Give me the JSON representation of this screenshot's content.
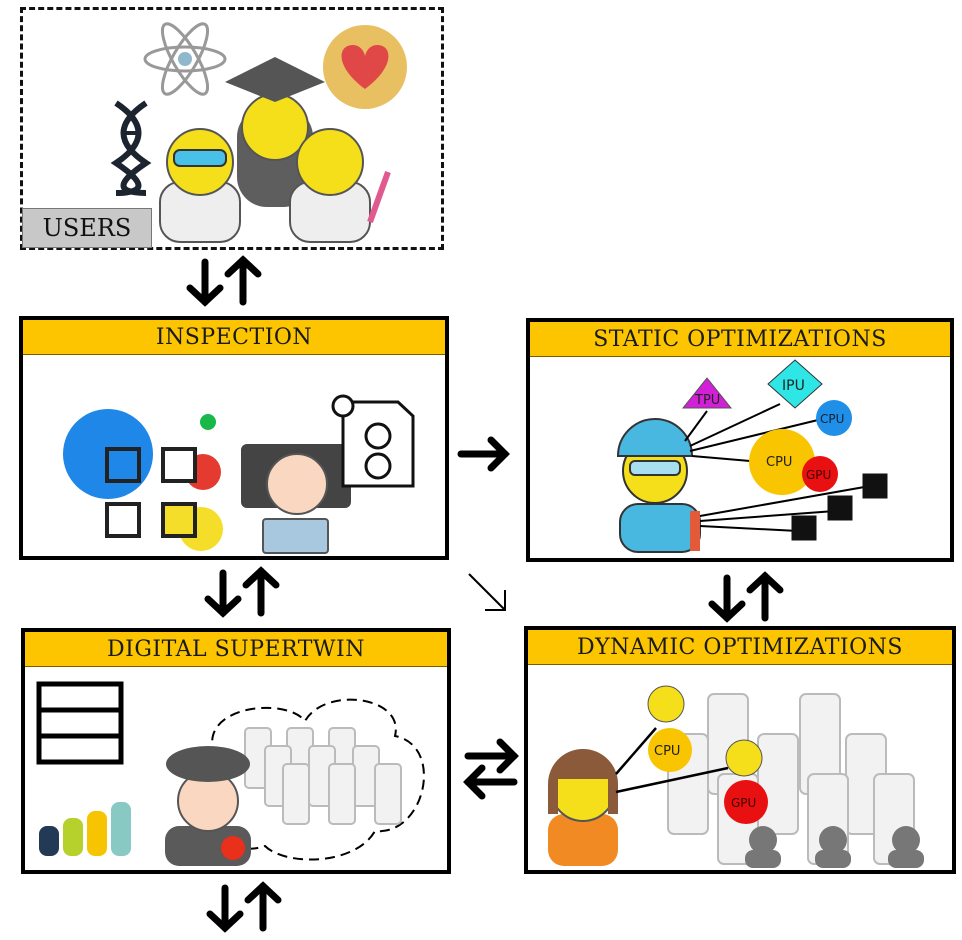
{
  "users": {
    "label": "USERS",
    "icons": [
      "dna-icon",
      "atom-icon",
      "heart-icon",
      "scientist-goggles-icon",
      "graduate-icon",
      "scientist-syringe-icon"
    ]
  },
  "panels": {
    "inspection": {
      "title": "INSPECTION",
      "icons": [
        "blockchain-cubes-icon",
        "developer-laptop-icon",
        "checklist-report-icon"
      ]
    },
    "static": {
      "title": "STATIC OPTIMIZATIONS",
      "targets": [
        "TPU",
        "IPU",
        "CPU",
        "CPU",
        "GPU"
      ],
      "icons": [
        "engineer-welder-icon",
        "cube-icon"
      ]
    },
    "twin": {
      "title": "DIGITAL SUPERTWIN",
      "icons": [
        "server-rack-icon",
        "bar-cylinders-icon",
        "pilot-icon",
        "server-cloud-icon"
      ]
    },
    "dynamic": {
      "title": "DYNAMIC OPTIMIZATIONS",
      "targets": [
        "CPU",
        "GPU"
      ],
      "icons": [
        "mechanic-icon",
        "server-cluster-icon",
        "hacker-icon"
      ]
    }
  },
  "colors": {
    "header": "#fcc500",
    "tpu": "#d21fd8",
    "ipu": "#2ee6e6",
    "cpu_blue": "#1f8fe8",
    "cpu_yellow": "#f9c400",
    "gpu": "#e81010"
  }
}
